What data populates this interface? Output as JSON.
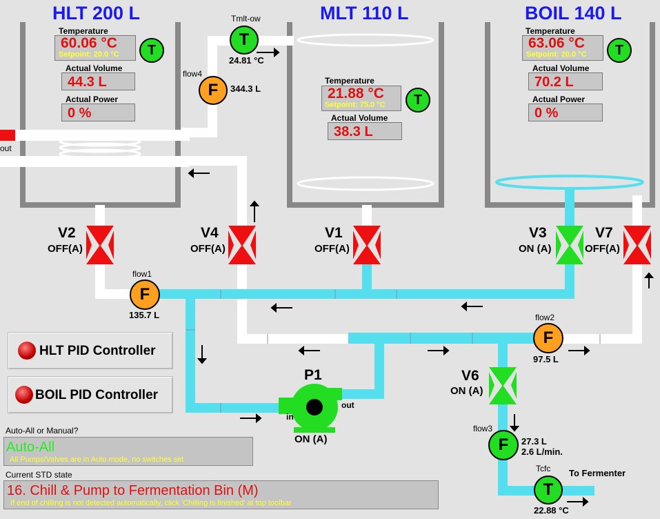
{
  "colors": {
    "red_valve": "#ee1010",
    "green_valve": "#22dd22",
    "pipe_active": "#55dfee",
    "pipe_idle": "#ffffff",
    "title_blue": "#1a1aee",
    "flow_orange": "#ffa020",
    "sensor_green": "#22dd22"
  },
  "vessels": {
    "hlt": {
      "title": "HLT 200 L",
      "temp_label": "Temperature",
      "temp": "60.06 °C",
      "setpoint": "Setpoint: 20.0 °C",
      "vol_label": "Actual Volume",
      "vol": "44.3 L",
      "pow_label": "Actual Power",
      "pow": "0 %",
      "sensor": "T"
    },
    "mlt": {
      "title": "MLT 110 L",
      "temp_label": "Temperature",
      "temp": "21.88 °C",
      "setpoint": "Setpoint: 75.0 °C",
      "vol_label": "Actual Volume",
      "vol": "38.3 L",
      "sensor": "T"
    },
    "boil": {
      "title": "BOIL 140 L",
      "temp_label": "Temperature",
      "temp": "63.06 °C",
      "setpoint": "Setpoint: 20.0 °C",
      "vol_label": "Actual Volume",
      "vol": "70.2 L",
      "pow_label": "Actual Power",
      "pow": "0 %",
      "sensor": "T"
    }
  },
  "sensors": {
    "tmlt": {
      "name": "Tmlt-ow",
      "letter": "T",
      "value": "24.81 °C"
    },
    "tcfc": {
      "name": "Tcfc",
      "letter": "T",
      "value": "22.88 °C"
    }
  },
  "flows": {
    "flow4": {
      "name": "flow4",
      "letter": "F",
      "value": "344.3 L"
    },
    "flow1": {
      "name": "flow1",
      "letter": "F",
      "value": "135.7 L"
    },
    "flow2": {
      "name": "flow2",
      "letter": "F",
      "value": "97.5 L"
    },
    "flow3": {
      "name": "flow3",
      "letter": "F",
      "value": "27.3 L",
      "rate": "2.6 L/min."
    }
  },
  "valves": {
    "v2": {
      "name": "V2",
      "state": "OFF(A)"
    },
    "v4": {
      "name": "V4",
      "state": "OFF(A)"
    },
    "v1": {
      "name": "V1",
      "state": "OFF(A)"
    },
    "v3": {
      "name": "V3",
      "state": "ON (A)"
    },
    "v7": {
      "name": "V7",
      "state": "OFF(A)"
    },
    "v6": {
      "name": "V6",
      "state": "ON (A)"
    }
  },
  "pump": {
    "name": "P1",
    "state": "ON (A)",
    "in": "in",
    "out": "out"
  },
  "hlt_side": {
    "out": "out"
  },
  "to_fermenter": "To Fermenter",
  "buttons": {
    "hlt_pid": "HLT PID Controller",
    "boil_pid": "BOIL PID Controller"
  },
  "mode": {
    "label": "Auto-All or Manual?",
    "value": "Auto-All",
    "note": "All Pumps/Valves are in Auto mode, no switches set"
  },
  "std": {
    "label": "Current STD state",
    "value": "16. Chill & Pump to Fermentation Bin (M)",
    "note": "If end of chilling is not detected automatically, click 'Chilling is finished' at top toolbar"
  }
}
